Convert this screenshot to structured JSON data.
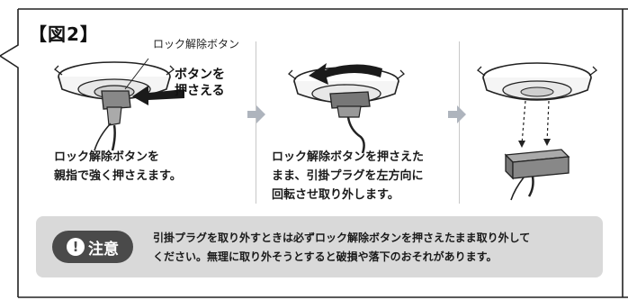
{
  "figure": {
    "title": "【図2】"
  },
  "step1": {
    "button_label": "ロック解除ボタン",
    "callout": "ボタンを\n押さえる",
    "caption": "ロック解除ボタンを\n親指で強く押さえます。"
  },
  "step2": {
    "caption": "ロック解除ボタンを押さえた\nまま、引掛プラグを左方向に\n回転させ取り外します。"
  },
  "step3": {
    "caption": ""
  },
  "notice": {
    "badge_icon": "!",
    "badge_label": "注意",
    "text": "引掛プラグを取り外すときは必ずロック解除ボタンを押さえたまま取り外して\nください。無理に取り外そうとすると破損や落下のおそれがあります。"
  },
  "colors": {
    "arrow": "#aeb4bd",
    "notice_bg": "#d9d9d9",
    "badge_bg": "#4a4a4a",
    "divider": "#c8c8c8"
  },
  "icons": [
    "right-arrow-icon",
    "rotate-arrow-icon",
    "press-arrow-icon",
    "warning-icon"
  ]
}
